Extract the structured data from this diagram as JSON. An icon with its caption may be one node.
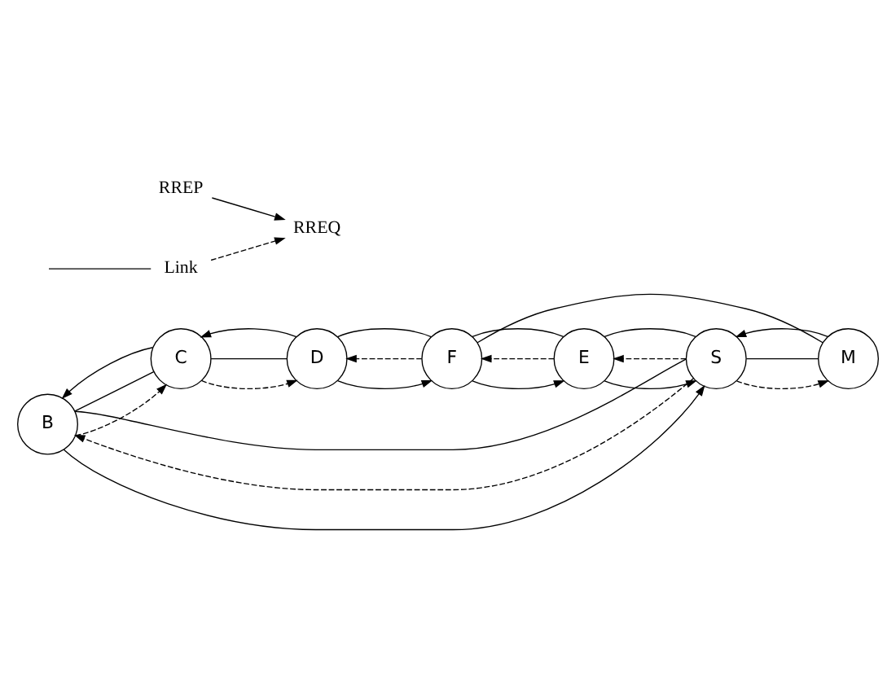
{
  "diagram": {
    "nodes": [
      {
        "text": [
          "B"
        ]
      },
      {
        "text": [
          "C"
        ]
      },
      {
        "text": [
          "S"
        ]
      },
      {
        "text": [
          "M"
        ]
      },
      {
        "text": [
          "D"
        ]
      },
      {
        "text": [
          "F"
        ]
      },
      {
        "text": [
          "E"
        ]
      }
    ],
    "edges": [
      {
        "from": 2,
        "to": 0,
        "arrow": "to",
        "style": "dashed"
      },
      {
        "from": 2,
        "to": 0,
        "arrow": "none"
      },
      {
        "from": 0,
        "to": 2,
        "arrow": "to"
      },
      {
        "from": 0,
        "to": 1,
        "arrow": "to",
        "style": "dashed"
      },
      {
        "from": 0,
        "to": 1,
        "arrow": "none"
      },
      {
        "from": 1,
        "to": 0,
        "arrow": "to"
      },
      {
        "from": 1,
        "to": 4,
        "arrow": "to",
        "style": "dashed"
      },
      {
        "from": 1,
        "to": 4,
        "arrow": "none"
      },
      {
        "from": 4,
        "to": 1,
        "arrow": "to"
      },
      {
        "from": 2,
        "to": 3,
        "arrow": "to",
        "style": "dashed"
      },
      {
        "from": 2,
        "to": 3,
        "arrow": "none"
      },
      {
        "from": 3,
        "to": 2,
        "arrow": "to"
      },
      {
        "from": 3,
        "to": 5,
        "arrow": "none"
      },
      {
        "from": 2,
        "to": 6,
        "arrow": "to",
        "style": "dashed"
      },
      {
        "from": 2,
        "to": 6,
        "arrow": "none"
      },
      {
        "from": 6,
        "to": 2,
        "arrow": "to"
      },
      {
        "from": 6,
        "to": 5,
        "arrow": "to",
        "style": "dashed"
      },
      {
        "from": 6,
        "to": 5,
        "arrow": "none"
      },
      {
        "from": 5,
        "to": 6,
        "arrow": "to"
      },
      {
        "from": 5,
        "to": 4,
        "arrow": "to",
        "style": "dashed"
      },
      {
        "from": 5,
        "to": 4,
        "arrow": "none"
      },
      {
        "from": 4,
        "to": 5,
        "arrow": "to"
      }
    ],
    "legend": [
      {
        "text": "Link"
      },
      {
        "text": "RREQ"
      },
      {
        "text": "RREP"
      }
    ]
  }
}
